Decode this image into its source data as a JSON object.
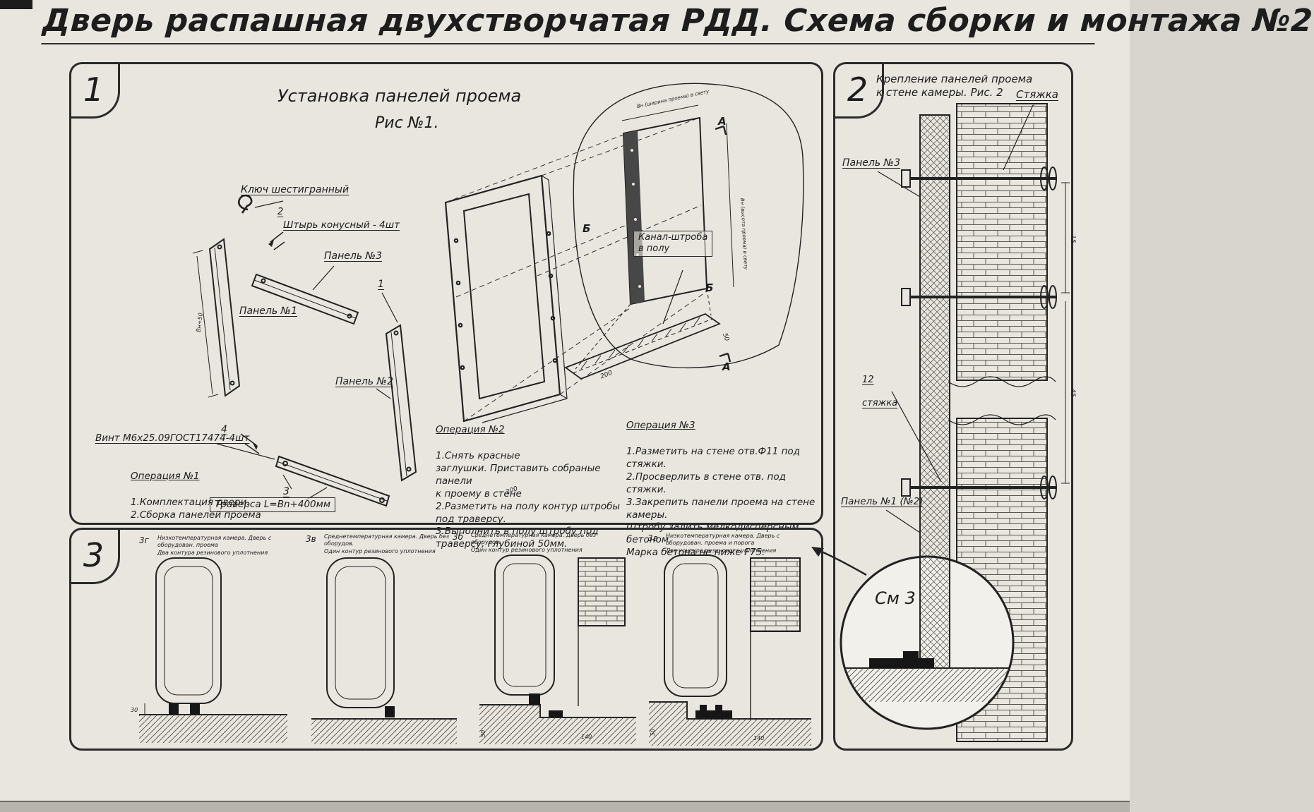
{
  "page": {
    "title": "Дверь распашная двухстворчатая РДД.  Схема сборки и монтажа №2"
  },
  "panel1": {
    "number": "1",
    "heading": "Установка панелей проема",
    "subheading": "Рис №1.",
    "labels": {
      "hex_key": "Ключ шестигранный",
      "pin_num": "2",
      "pin": "Штырь конусный - 4шт",
      "panel3": "Панель №3",
      "item1": "1",
      "panel1": "Панель №1",
      "panel2": "Панель №2",
      "item4": "4",
      "screw": "Винт М6х25.09ГОСТ17474-4шт",
      "item3": "3",
      "traverse": "Траверса  L=Bn+400мм",
      "channel": "Канал-штроба\nв полу",
      "mark_a": "А",
      "mark_b": "Б",
      "dim_top": "Вн (ширина проема) в свету",
      "dim_right": "Вн (высота проема) в свету",
      "dim_left": "Вн+50",
      "dim_200a": "200",
      "dim_200b": "200",
      "dim_50": "50"
    },
    "op1": {
      "title": "Операция №1",
      "text": "1.Комплектация двери.\n2.Сборка панелей проема"
    },
    "op2": {
      "title": "Операция №2",
      "text": "1.Снять красные\nзаглушки. Приставить собраные панели\nк проему в стене\n2.Разметить на полу контур штробы\nпод траверсу.\n3.Выполнить в полу штробу под\nтраверсу, глубиной 50мм."
    },
    "op3": {
      "title": "Операция №3",
      "text": "1.Разметить на стене отв.Ф11 под\nстяжки.\n2.Просверлить в стене отв. под\nстяжки.\n3.Закрепить панели проема на стене камеры.\nШтробу залить мелкодисперсным бетоном\nМарка бетона не ниже   F75."
    }
  },
  "panel2": {
    "number": "2",
    "heading": "Крепление панелей проема\nк стене камеры. Рис. 2",
    "labels": {
      "tie_top": "Стяжка",
      "panel3": "Панель №3",
      "tie_num": "12",
      "tie": "стяжка",
      "panel1": "Панель №1 (№2)",
      "see": "См 3",
      "dim_a": "15",
      "dim_b": "45"
    }
  },
  "panel3": {
    "number": "3",
    "details": [
      {
        "id": "3г",
        "caption": "Низкотемпературная камера. Дверь с оборудован. проема\nДва контура резинового уплотнения",
        "dim1": "30",
        "dim2": ""
      },
      {
        "id": "3в",
        "caption": "Среднетемпературная камера. Дверь без оборудов.\nОдин контур резинового уплотнения",
        "dim1": "",
        "dim2": ""
      },
      {
        "id": "3б",
        "caption": "Среднетемпературная камера. Дверь без оборудов.\nОдин контур резинового уплотнения",
        "dim1": "140",
        "dim2": "50"
      },
      {
        "id": "3а",
        "caption": "Низкотемпературная камера. Дверь с оборудован. проема и порога\nДва контура резинового уплотнения",
        "dim1": "140",
        "dim2": "50"
      }
    ]
  }
}
